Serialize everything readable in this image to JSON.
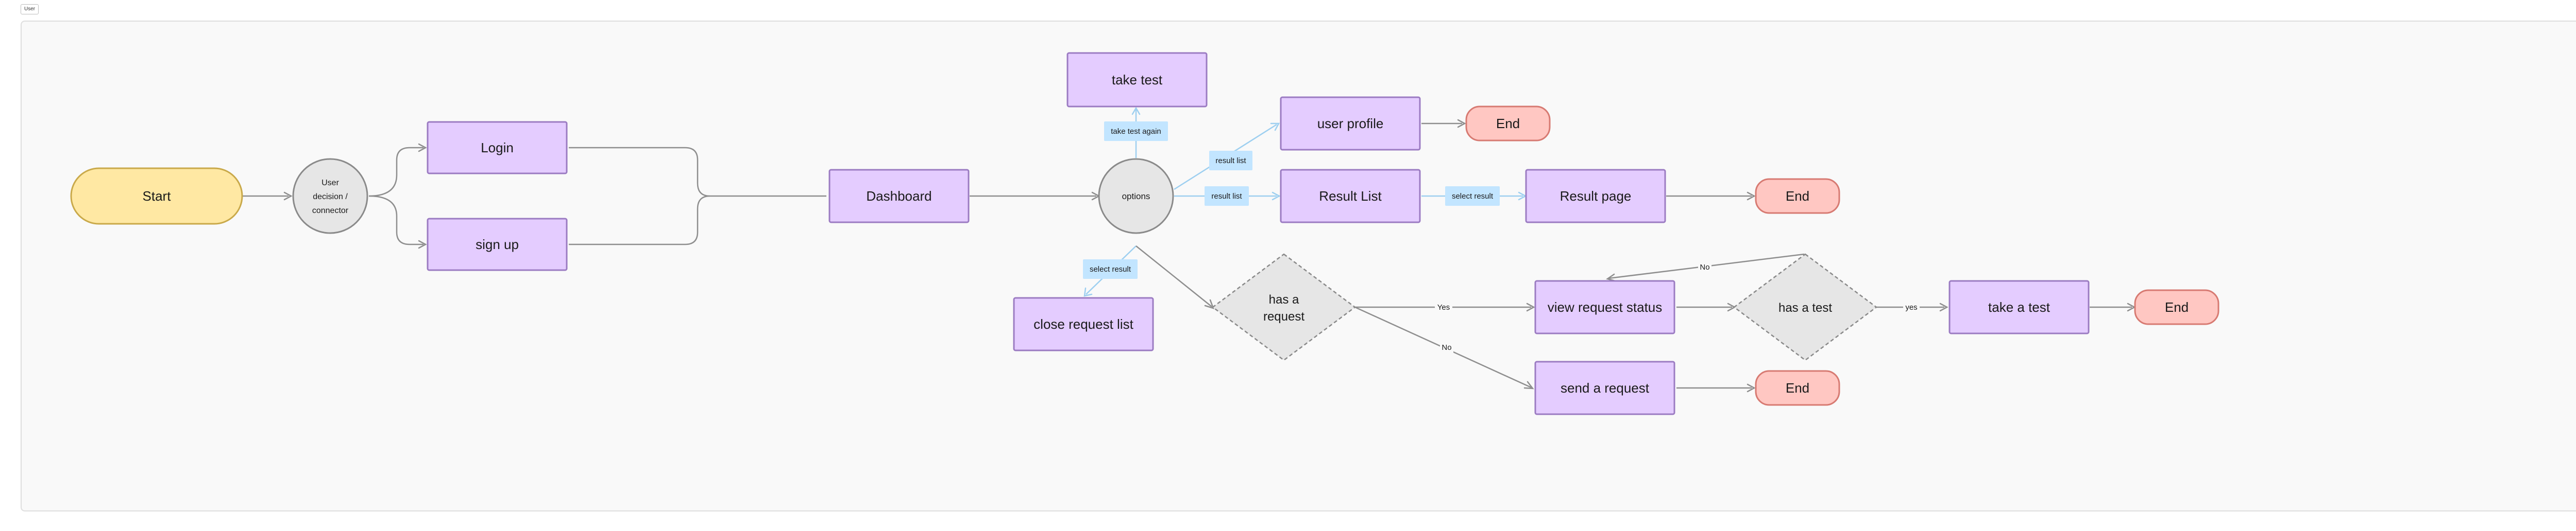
{
  "frame_tag": "User",
  "nodes": {
    "start": "Start",
    "user_decision": [
      "User",
      "decision /",
      "connector"
    ],
    "login": "Login",
    "sign_up": "sign up",
    "dashboard": "Dashboard",
    "options": "options",
    "take_test": "take test",
    "user_profile": "user profile",
    "end_profile": "End",
    "result_list": "Result List",
    "result_page": "Result page",
    "end_result": "End",
    "close_request_list": "close request list",
    "has_a_request": [
      "has a",
      "request"
    ],
    "view_request_status": "view request status",
    "has_a_test": "has a test",
    "take_a_test": "take a test",
    "end_test": "End",
    "send_a_request": "send a request",
    "end_request": "End"
  },
  "edge_labels": {
    "take_test_again": "take test again",
    "result_list_upper": "result list",
    "result_list_lower": "result list",
    "select_result_right": "select result",
    "select_result_left": "select result",
    "yes_request": "Yes",
    "no_request": "No",
    "no_test": "No",
    "yes_test": "yes"
  },
  "colors": {
    "process_fill": "#e4ccff",
    "process_stroke": "#9b7bc2",
    "start_fill": "#ffe8a3",
    "start_stroke": "#c9a94a",
    "end_fill": "#ffc7c2",
    "end_stroke": "#d77a72",
    "decision_fill": "#e6e6e6",
    "decision_stroke": "#8a8a8a",
    "label_fill": "#c2e5ff",
    "connector": "#8e8e8e",
    "connector_highlight": "#9dcff0"
  }
}
